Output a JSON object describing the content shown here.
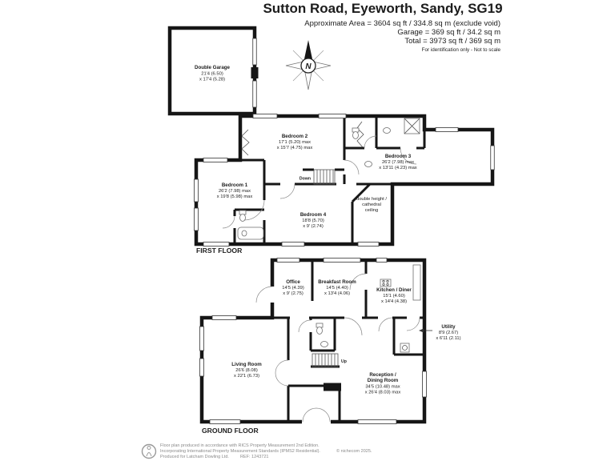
{
  "colors": {
    "walls": "#161616",
    "thin_lines": "#555555",
    "text": "#1c1c1c",
    "footer_text": "#8a8a8a",
    "disclaimer": "#b5352c"
  },
  "header": {
    "title": "Sutton Road, Eyeworth, Sandy, SG19",
    "area_line": "Approximate Area = 3604 sq ft / 334.8 sq m (exclude void)",
    "garage_line": "Garage = 369 sq ft / 34.2 sq m",
    "total_line": "Total = 3973 sq ft / 369 sq m",
    "disclaimer": "For identification only - Not to scale"
  },
  "compass": {
    "north_label": "N"
  },
  "garage": {
    "name": "Double Garage",
    "dim1": "21'4 (6.50)",
    "dim2": "x 17'4 (5.28)"
  },
  "first_floor": {
    "label": "FIRST FLOOR",
    "stairs_label": "Down",
    "rooms": {
      "bedroom1": {
        "name": "Bedroom 1",
        "dim1": "26'2 (7.98) max",
        "dim2": "x 19'8 (5.98) max"
      },
      "bedroom2": {
        "name": "Bedroom 2",
        "dim1": "17'1 (5.20) max",
        "dim2": "x 15'7 (4.75) max"
      },
      "bedroom3": {
        "name": "Bedroom 3",
        "dim1": "26'2 (7.98) max",
        "dim2": "x 13'11 (4.23) max"
      },
      "bedroom4": {
        "name": "Bedroom 4",
        "dim1": "18'8 (5.70)",
        "dim2": "x 9' (2.74)"
      },
      "void": {
        "line1": "double height /",
        "line2": "cathedral",
        "line3": "ceiling"
      }
    }
  },
  "ground_floor": {
    "label": "GROUND FLOOR",
    "stairs_label": "Up",
    "rooms": {
      "office": {
        "name": "Office",
        "dim1": "14'5 (4.39)",
        "dim2": "x 9' (2.75)"
      },
      "breakfast": {
        "name": "Breakfast Room",
        "dim1": "14'5 (4.40)",
        "dim2": "x 13'4 (4.06)"
      },
      "kitchen": {
        "name": "Kitchen / Diner",
        "dim1": "15'1 (4.60)",
        "dim2": "x 14'4 (4.38)"
      },
      "living": {
        "name": "Living Room",
        "dim1": "26'6 (8.08)",
        "dim2": "x 22'1 (6.73)"
      },
      "reception": {
        "name_line1": "Reception /",
        "name_line2": "Dining Room",
        "dim1": "34'5 (10.48) max",
        "dim2": "x 26'4 (8.03) max"
      },
      "utility": {
        "name": "Utility",
        "dim1": "8'9 (2.67)",
        "dim2": "x 6'11 (2.11)"
      }
    }
  },
  "footer": {
    "line1": "Floor plan produced in accordance with RICS Property Measurement 2nd Edition.",
    "line2": "Incorporating International Property Measurement Standards (IPMS2 Residential).",
    "copyright": "© nichecom 2025.",
    "line3": "Produced for Latcham Dowling Ltd.",
    "ref": "REF: 1243721"
  }
}
